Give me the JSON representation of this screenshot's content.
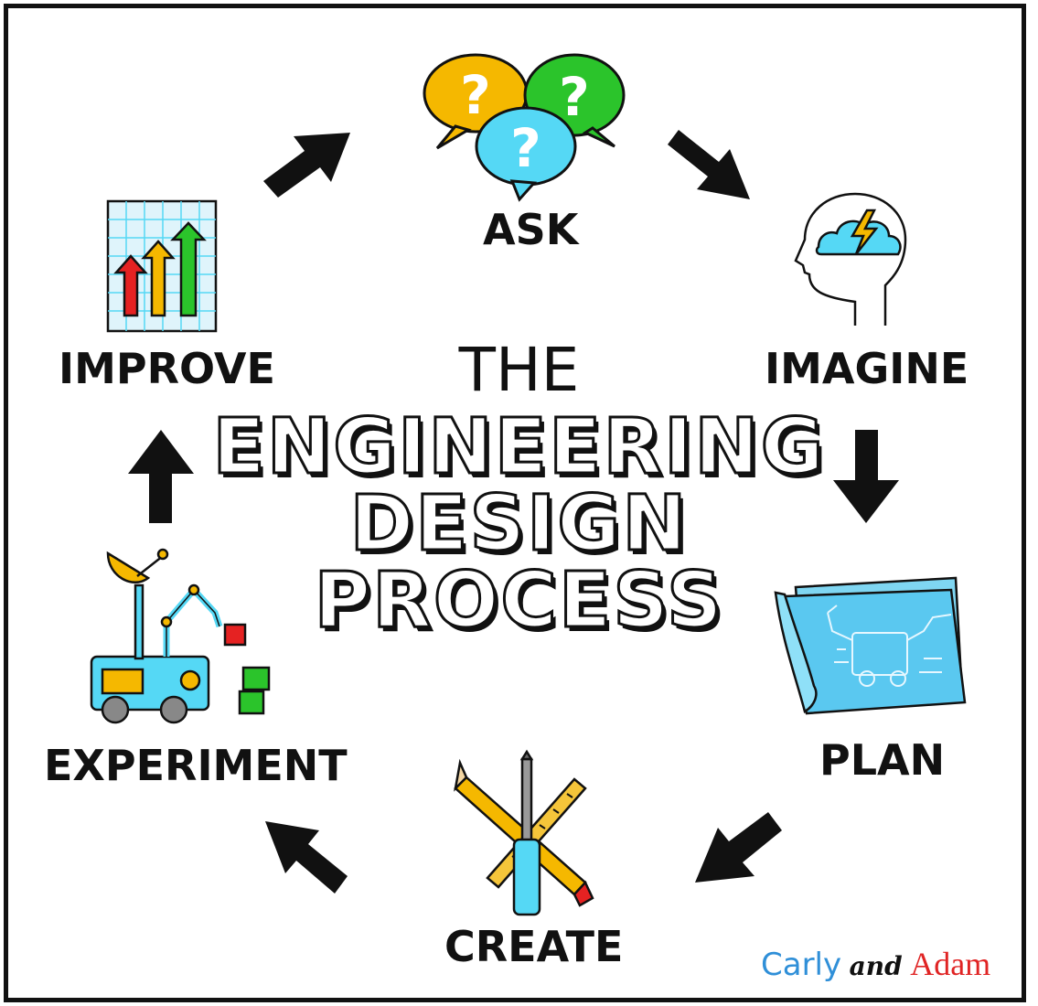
{
  "title": {
    "line1": "THE",
    "line2": "ENGINEERING",
    "line3": "DESIGN",
    "line4": "PROCESS"
  },
  "steps": {
    "ask": "ASK",
    "imagine": "IMAGINE",
    "plan": "PLAN",
    "create": "CREATE",
    "experiment": "EXPERIMENT",
    "improve": "IMPROVE"
  },
  "brand": {
    "part1": "Carly",
    "part2": "and",
    "part3": "Adam"
  },
  "icons": {
    "ask": "speech-bubbles-question-icon",
    "imagine": "head-idea-icon",
    "plan": "blueprint-icon",
    "create": "tools-icon",
    "experiment": "robot-rover-icon",
    "improve": "growth-chart-icon"
  },
  "colors": {
    "yellow": "#f5b800",
    "green": "#2bc42b",
    "cyan": "#55d8f5",
    "blue": "#5ac8f0",
    "red": "#e52222",
    "black": "#111111"
  }
}
